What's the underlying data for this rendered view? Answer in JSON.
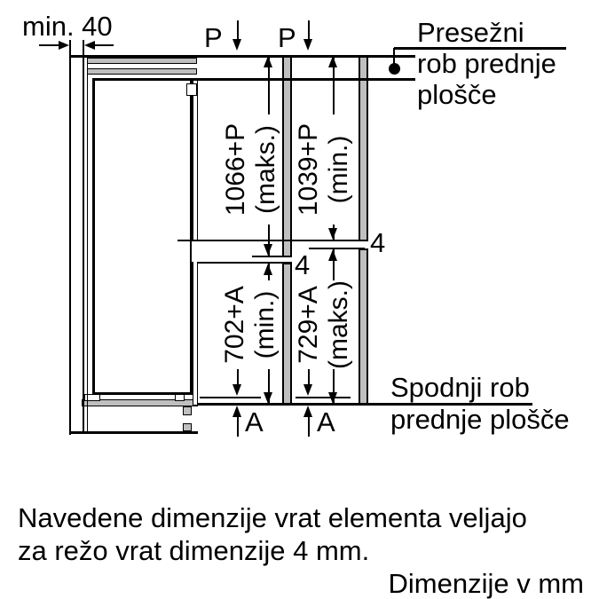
{
  "diagram": {
    "min_clearance_label": "min. 40",
    "p_label": "P",
    "a_label": "A",
    "gap_label": "4",
    "dim_upper_left": {
      "value": "1066+P",
      "qualifier": "(maks.)"
    },
    "dim_upper_right": {
      "value": "1039+P",
      "qualifier": "(min.)"
    },
    "dim_lower_left": {
      "value": "702+A",
      "qualifier": "(min.)"
    },
    "dim_lower_right": {
      "value": "729+A",
      "qualifier": "(maks.)"
    },
    "callout_top": {
      "line1": "Presežni",
      "line2": "rob prednje",
      "line3": "plošče"
    },
    "callout_bottom": {
      "line1": "Spodnji rob",
      "line2": "prednje plošče"
    }
  },
  "note": {
    "line1": "Navedene dimenzije vrat elementa veljajo",
    "line2": "za režo vrat dimenzije 4 mm."
  },
  "units_label": "Dimenzije v mm",
  "colors": {
    "line": "#000000",
    "panel_gray": "#bfbfbf",
    "background": "#ffffff"
  }
}
